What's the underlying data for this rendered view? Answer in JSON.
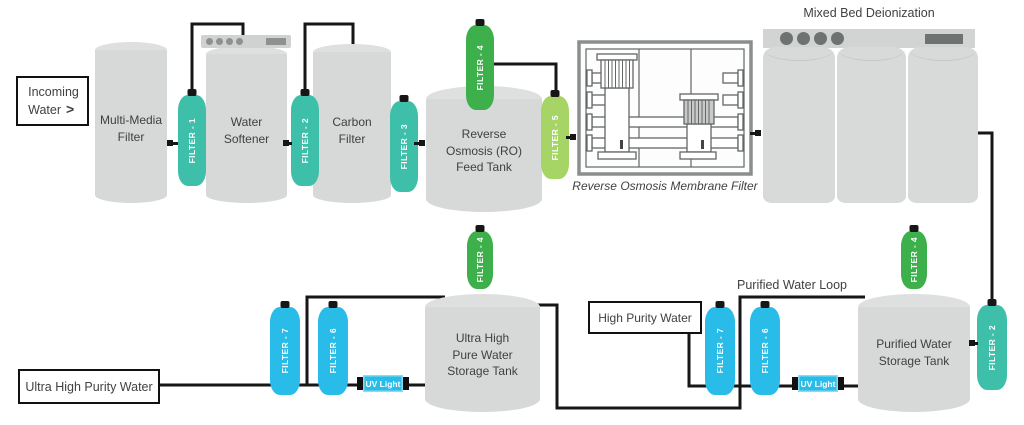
{
  "colors": {
    "filter_teal": "#3ebfaa",
    "filter_green": "#3db04b",
    "filter_lime": "#a6d566",
    "filter_cyan": "#29bce8",
    "tank_gray": "#d7d9d9",
    "pipe_black": "#161616",
    "hardware_gray": "#8e9190",
    "text": "#3f4140"
  },
  "labels": {
    "incoming_line1": "Incoming",
    "incoming_line2": "Water",
    "incoming_chevron": ">",
    "multi_line1": "Multi-Media",
    "multi_line2": "Filter",
    "softener_line1": "Water",
    "softener_line2": "Softener",
    "carbon_line1": "Carbon",
    "carbon_line2": "Filter",
    "ro_feed_line1": "Reverse",
    "ro_feed_line2": "Osmosis (RO)",
    "ro_feed_line3": "Feed Tank",
    "ro_membrane_caption": "Reverse Osmosis Membrane Filter",
    "mixed_bed_title": "Mixed Bed Deionization",
    "ultra_high_purity_water": "Ultra High Purity Water",
    "uhp_tank_line1": "Ultra High",
    "uhp_tank_line2": "Pure Water",
    "uhp_tank_line3": "Storage Tank",
    "high_purity_water": "High Purity Water",
    "purified_water_loop": "Purified Water Loop",
    "p_tank_line1": "Purified Water",
    "p_tank_line2": "Storage Tank",
    "uv_light": "UV Light"
  },
  "filters": {
    "f1": "FILTER - 1",
    "f2": "FILTER - 2",
    "f3": "FILTER - 3",
    "f4": "FILTER - 4",
    "f5": "FILTER - 5",
    "f6": "FILTER - 6",
    "f7": "FILTER - 7"
  }
}
